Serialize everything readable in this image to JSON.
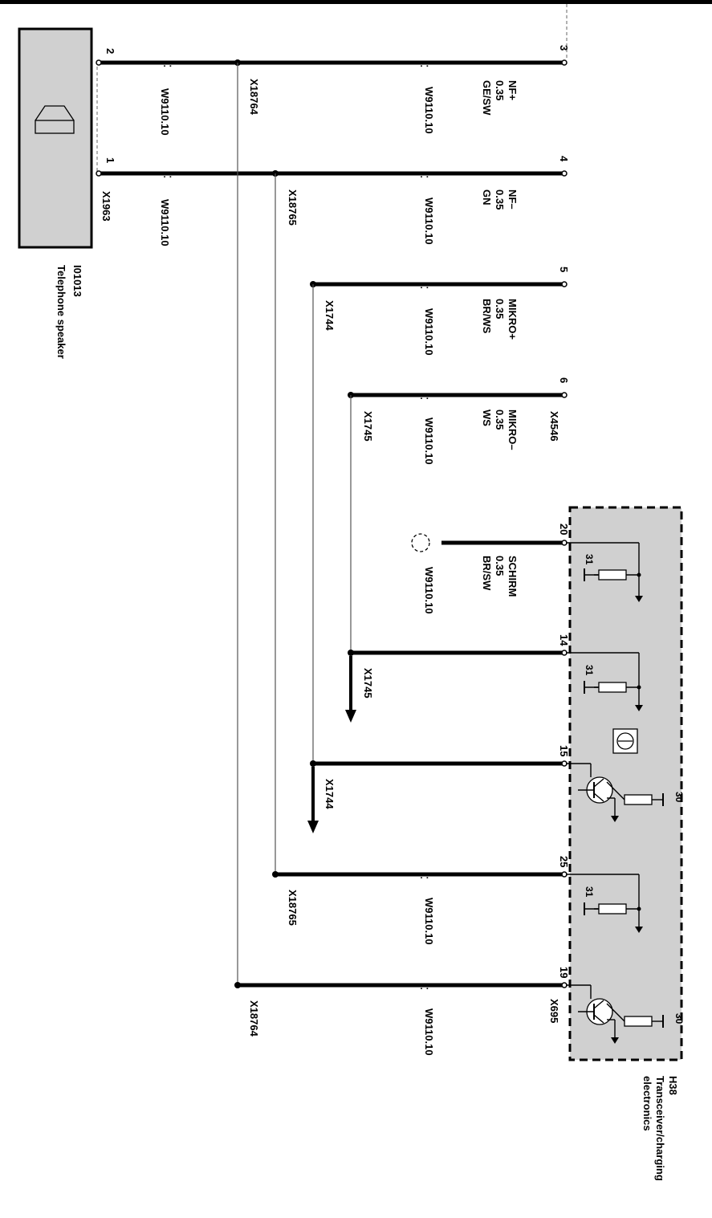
{
  "speaker": {
    "id": "I01013",
    "name": "Telephone speaker",
    "connector": "X1963",
    "pins": [
      "2",
      "1"
    ],
    "cable": "W9110.10"
  },
  "connector_x4546": {
    "id": "X4546",
    "pins": [
      "3",
      "4",
      "5",
      "6"
    ]
  },
  "signals": [
    {
      "name": "NF+",
      "gauge": "0.35",
      "color": "GE/SW",
      "cable": "W9110.10"
    },
    {
      "name": "NF–",
      "gauge": "0.35",
      "color": "GN",
      "cable": "W9110.10"
    },
    {
      "name": "MIKRO+",
      "gauge": "0.35",
      "color": "BR/WS",
      "cable": "W9110.10"
    },
    {
      "name": "MIKRO–",
      "gauge": "0.35",
      "color": "WS",
      "cable": "W9110.10"
    },
    {
      "name": "SCHIRM",
      "gauge": "0.35",
      "color": "BR/SW",
      "cable": "W9110.10"
    }
  ],
  "splices": [
    "X18764",
    "X18765",
    "X1744",
    "X1745"
  ],
  "module": {
    "id": "H38",
    "name_line1": "Transceiver/charging",
    "name_line2": "electronics",
    "connector": "X695",
    "pins": [
      "20",
      "14",
      "15",
      "25",
      "19"
    ],
    "terminal_ground": "31",
    "terminal_supply": "30"
  },
  "lower_cables": [
    "W9110.10",
    "W9110.10"
  ]
}
